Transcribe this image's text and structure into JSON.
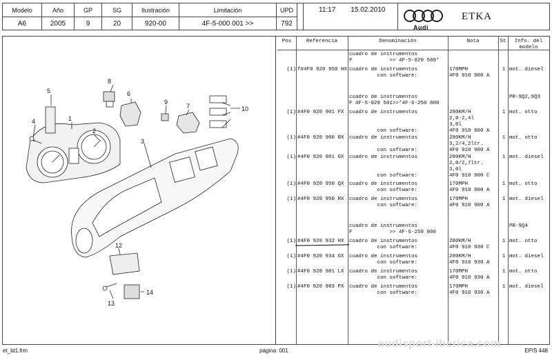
{
  "header": {
    "cols": [
      {
        "label": "Modelo",
        "value": "A6"
      },
      {
        "label": "Año",
        "value": "2005"
      },
      {
        "label": "GP",
        "value": "9"
      },
      {
        "label": "SG",
        "value": "20"
      },
      {
        "label": "Ilustración",
        "value": "920-00"
      },
      {
        "label": "Limitación",
        "value": "4F-5-000 001 >>"
      },
      {
        "label": "UPD",
        "value": "792"
      }
    ],
    "time": "11:17",
    "date": "15.02.2010",
    "brand": "Audi",
    "app": "ETKA"
  },
  "table": {
    "headers": {
      "pos": "Pos",
      "ref": "Referencia",
      "den": "Denominación",
      "note": "Nota",
      "st": "St",
      "info": "Info. del\nmodelo"
    },
    "rows": [
      {
        "pos": "",
        "ref": "",
        "den": "cuadro de instrumentos\nF            >> 4F-5-020 500*",
        "note": "",
        "st": "",
        "info": ""
      },
      {
        "pos": "(1)",
        "ref": "f#4F0 920 950 HX",
        "den": "cuadro de instrumentos\n         con software:",
        "note": "170MPH\n4F0 910 900 A",
        "st": "1",
        "info": "mot. diesel"
      },
      {
        "pos": "",
        "ref": "",
        "den": "cuadro de instrumentos\nF 4F-5-020 501>>*4F-6-250 000",
        "note": "",
        "st": "",
        "info": "PR-9Q2,9Q3"
      },
      {
        "pos": "(1)",
        "ref": "#4F0 920 901 FX",
        "den": "cuadro de instrumentos\n\n\n         con software:",
        "note": "280KM/H\n2,0-2,4l\n3,0l\n4F0 910 900 A",
        "st": "1",
        "info": "mot. otto"
      },
      {
        "pos": "(1)",
        "ref": "#4F0 920 900 RX",
        "den": "cuadro de instrumentos\n\n         con software:",
        "note": "280KM/H\n3,2/4,2ltr.\n4F0 910 900 A",
        "st": "1",
        "info": "mot. otto"
      },
      {
        "pos": "(1)",
        "ref": "#4F0 920 901 GX",
        "den": "cuadro de instrumentos\n\n\n         con software:",
        "note": "280KM/H\n2,0/2,7ltr.\n3,0l\n4F0 910 900 C",
        "st": "1",
        "info": "mot. diesel"
      },
      {
        "pos": "(1)",
        "ref": "#4F0 920 950 QX",
        "den": "cuadro de instrumentos\n         con software:",
        "note": "170MPH\n4F0 910 900 A",
        "st": "1",
        "info": "mot. otto"
      },
      {
        "pos": "(1)",
        "ref": "#4F0 920 950 RX",
        "den": "cuadro de instrumentos\n         con software:",
        "note": "170MPH\n4F0 910 900 A",
        "st": "1",
        "info": "mot. diesel"
      },
      {
        "pos": "",
        "ref": "",
        "den": "cuadro de instrumentos\nF            >> 4F-6-250 000",
        "note": "",
        "st": "",
        "info": "PR-9Q4"
      },
      {
        "pos": "(1)",
        "ref": "#4F0 920 932 HX",
        "den": "cuadro de instrumentos\n         con software:",
        "note": "280KM/H\n4F0 910 930 C",
        "st": "1",
        "info": "mot. otto"
      },
      {
        "pos": "(1)",
        "ref": "#4F0 920 934 GX",
        "den": "cuadro de instrumentos\n         con software:",
        "note": "280KM/H\n4F0 910 930 A",
        "st": "1",
        "info": "mot. diesel"
      },
      {
        "pos": "(1)",
        "ref": "#4F0 920 981 LX",
        "den": "cuadro de instrumentos\n         con software:",
        "note": "170MPH\n4F0 910 930 A",
        "st": "1",
        "info": "mot. otto"
      },
      {
        "pos": "(1)",
        "ref": "#4F0 920 983 PX",
        "den": "cuadro de instrumentos\n         con software:",
        "note": "170MPH\n4F0 910 930 A",
        "st": "1",
        "info": "mot. diesel"
      }
    ]
  },
  "callouts": [
    "1",
    "2",
    "3",
    "4",
    "5",
    "6",
    "7",
    "8",
    "9",
    "10",
    "12",
    "13",
    "14"
  ],
  "footer": {
    "left": "et_bt1.frm",
    "center": "página: 001",
    "right": "EPIS 448"
  },
  "watermark": "audisport-iberica.com"
}
